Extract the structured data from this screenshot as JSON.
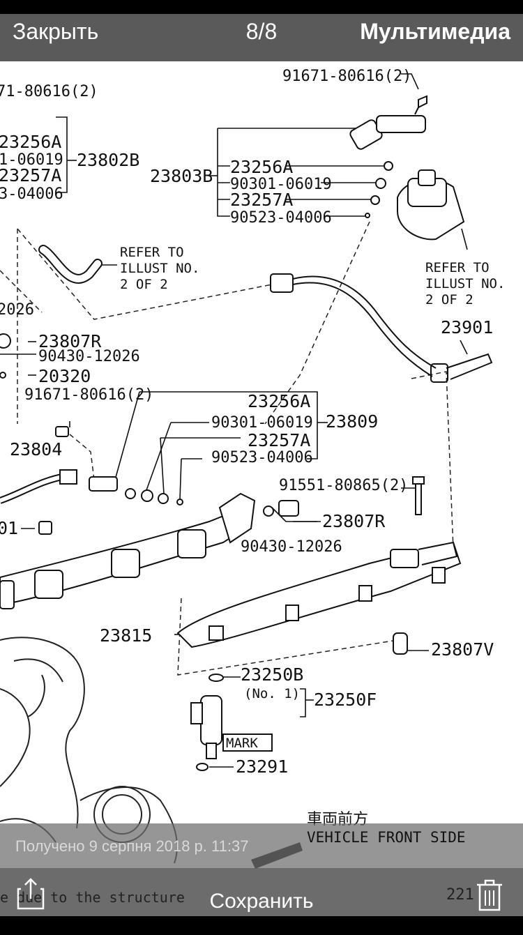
{
  "top_bar": {
    "close_label": "Закрыть",
    "counter": "8/8",
    "media_label": "Мультимедиа"
  },
  "diagram": {
    "top_left_partial": "71-80616(2)",
    "left_group": [
      "23256A",
      "1-06019",
      "23257A",
      "3-04006"
    ],
    "left_group_label": "23802B",
    "top_bolt": "91671-80616(2)",
    "group_b_label": "23803B",
    "group_b": [
      "23256A",
      "90301-06019",
      "23257A",
      "90523-04006"
    ],
    "refer_left": [
      "REFER TO",
      "ILLUST NO.",
      "2 OF 2"
    ],
    "refer_right": [
      "REFER TO",
      "ILLUST NO.",
      "2 OF 2"
    ],
    "partial_2026": "2026",
    "p23807R": "23807R",
    "p90430": "90430-12026",
    "p20320": "20320",
    "bolt_mid": "91671-80616(2)",
    "p23901": "23901",
    "group_c": [
      "23256A",
      "90301-06019",
      "23257A",
      "90523-04006"
    ],
    "group_c_label": "23809",
    "p23804": "23804",
    "bolt_right": "91551-80865(2)",
    "partial_01": "01",
    "p23807R_2": "23807R",
    "p90430_2": "90430-12026",
    "p23815": "23815",
    "p23807V": "23807V",
    "p23250B": "23250B",
    "no1": "(No. 1)",
    "p23250F": "23250F",
    "mark": "MARK",
    "p23291": "23291",
    "front_cn": "車両前方"
  },
  "caption": {
    "received": "Получено 9 серпня 2018 р. 11:37",
    "vehicle_front": "VEHICLE FRONT SIDE"
  },
  "bottom_bar": {
    "save_label": "Сохранить",
    "footer_note": "e due to the structure",
    "footer_code": "221"
  },
  "icons": {
    "share": "share-icon",
    "trash": "trash-icon"
  }
}
